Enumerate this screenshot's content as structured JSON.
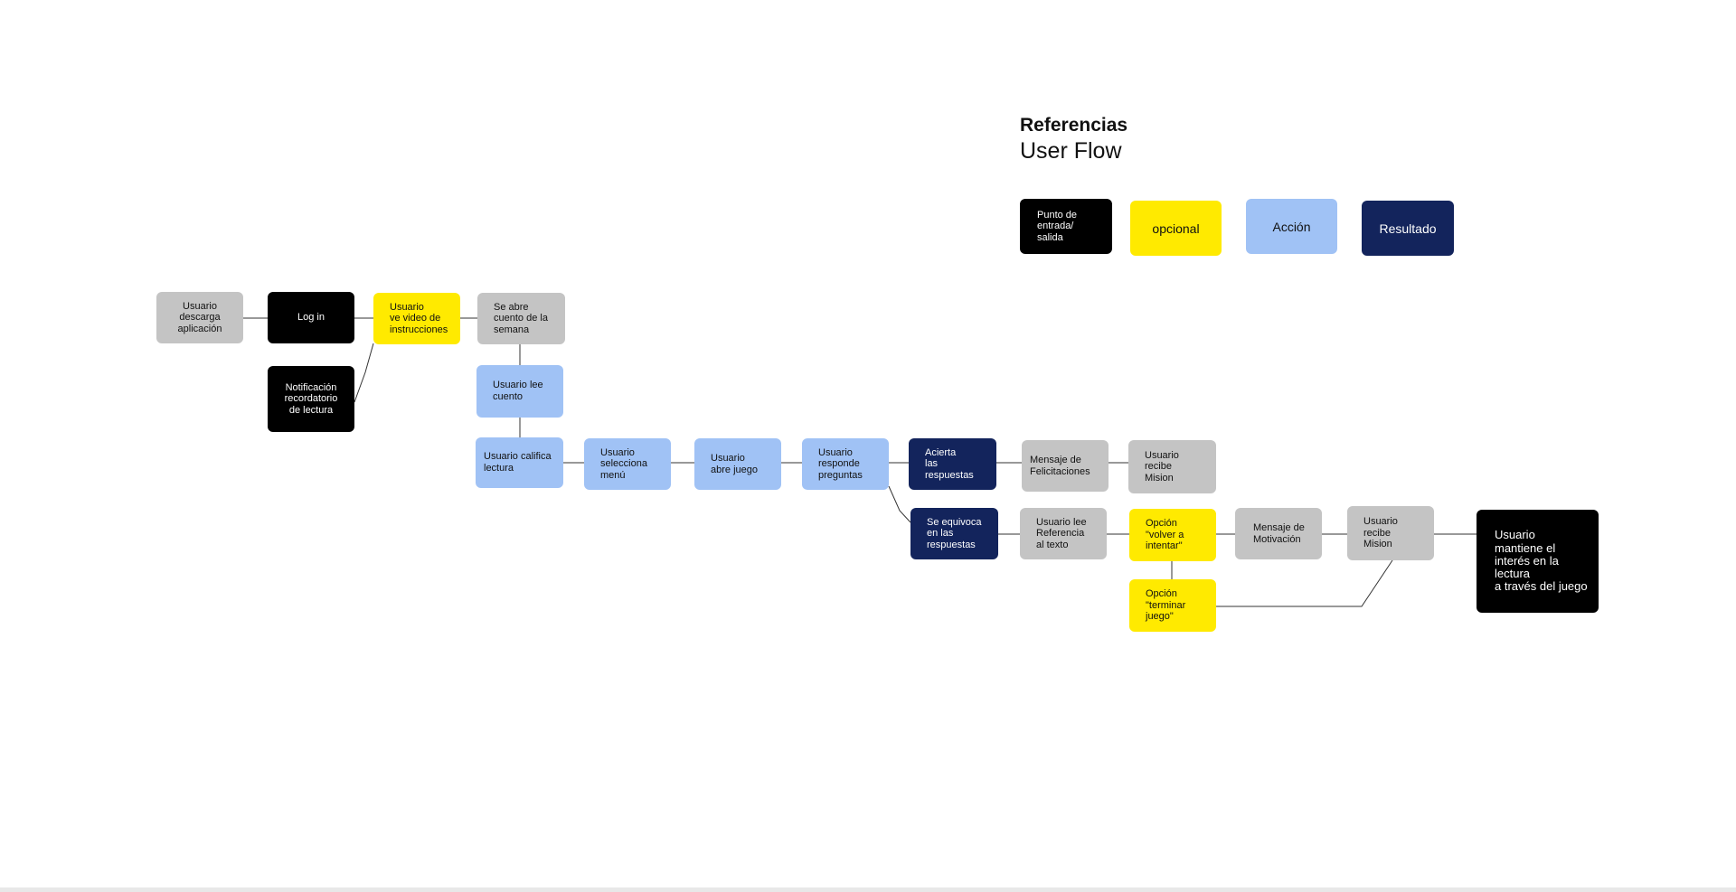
{
  "legend": {
    "title": "Referencias",
    "subtitle": "User Flow",
    "items": [
      {
        "label": "Punto de\nentrada/\nsalida",
        "kind": "entry"
      },
      {
        "label": "opcional",
        "kind": "optional"
      },
      {
        "label": "Acción",
        "kind": "action"
      },
      {
        "label": "Resultado",
        "kind": "result"
      }
    ]
  },
  "colors": {
    "entry": "#000000",
    "optional": "#ffea00",
    "action": "#a0c2f5",
    "result": "#13245c",
    "neutral": "#c4c4c4"
  },
  "nodes": {
    "descarga": "Usuario\ndescarga\naplicación",
    "login": "Log in",
    "video": "Usuario\nve video de\ninstrucciones",
    "abre_cuento": "Se abre\ncuento de la\nsemana",
    "notificacion": "Notificación\nrecordatorio\nde lectura",
    "lee_cuento": "Usuario lee\ncuento",
    "califica": "Usuario  califica\nlectura",
    "selecciona": "Usuario\nselecciona\nmenú",
    "abre_juego": "Usuario\nabre juego",
    "responde": "Usuario\nresponde\npreguntas",
    "acierta": "Acierta\nlas respuestas",
    "felicitaciones": "Mensaje de\nFelicitaciones",
    "mision1": "Usuario\nrecibe\nMision",
    "equivoca": "Se equivoca\nen las\nrespuestas",
    "referencia": "Usuario lee\nReferencia\nal texto",
    "volver": "Opción\n\"volver a\nintentar\"",
    "motivacion": "Mensaje de\nMotivación",
    "mision2": "Usuario\nrecibe\nMision",
    "terminar": "Opción\n\"terminar\njuego\"",
    "final": "Usuario\nmantiene el\ninterés en la\nlectura\na través del juego"
  }
}
